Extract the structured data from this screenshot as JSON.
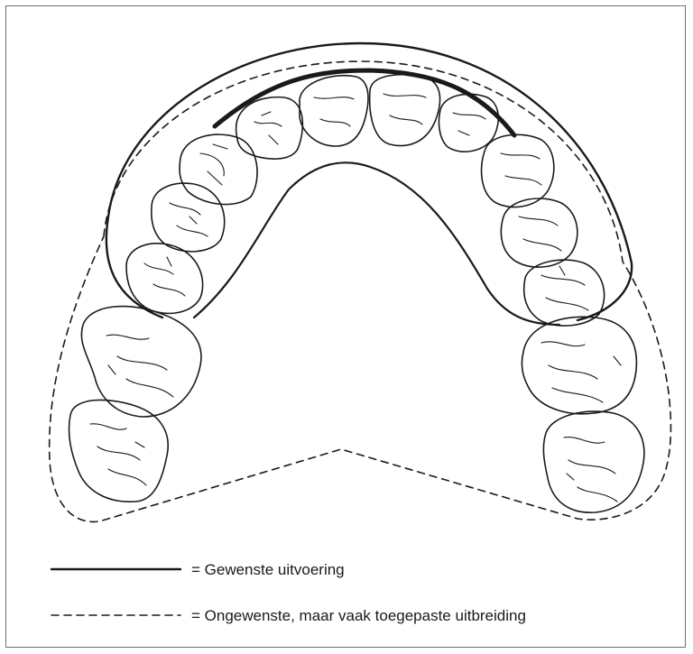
{
  "legend": {
    "solid": {
      "label": "= Gewenste uitvoering",
      "line_style": "solid"
    },
    "dashed": {
      "label": "= Ongewenste, maar vaak toegepaste uitbreiding",
      "line_style": "dashed"
    }
  },
  "colors": {
    "stroke": "#1a1a1a",
    "frame": "#6f6f6f",
    "background": "#ffffff"
  }
}
